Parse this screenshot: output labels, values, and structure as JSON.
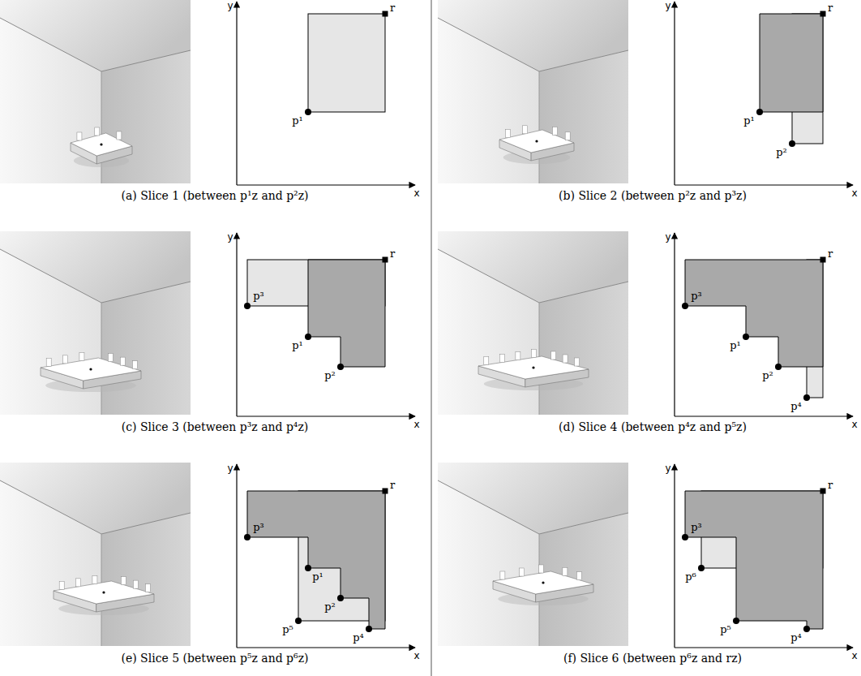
{
  "diagram": {
    "labels": [
      "y",
      "x",
      "r",
      "p¹",
      "(a) Slice 1 (between p¹z and p²z)",
      "y",
      "x",
      "r",
      "p¹",
      "p²",
      "(b) Slice 2 (between p²z and p³z)",
      "y",
      "x",
      "r",
      "p³",
      "p¹",
      "p²",
      "(c) Slice 3 (between p³z and p⁴z)",
      "y",
      "x",
      "r",
      "p³",
      "p¹",
      "p²",
      "p⁴",
      "(d) Slice 4 (between p⁴z and p⁵z)",
      "y",
      "x",
      "r",
      "p³",
      "p¹",
      "p²",
      "p⁵",
      "p⁴",
      "(e) Slice 5 (between p⁵z and p⁶z)",
      "y",
      "x",
      "r",
      "p³",
      "p⁶",
      "p⁵",
      "p⁴",
      "(f) Slice 6 (between p⁶z and rz)"
    ]
  }
}
